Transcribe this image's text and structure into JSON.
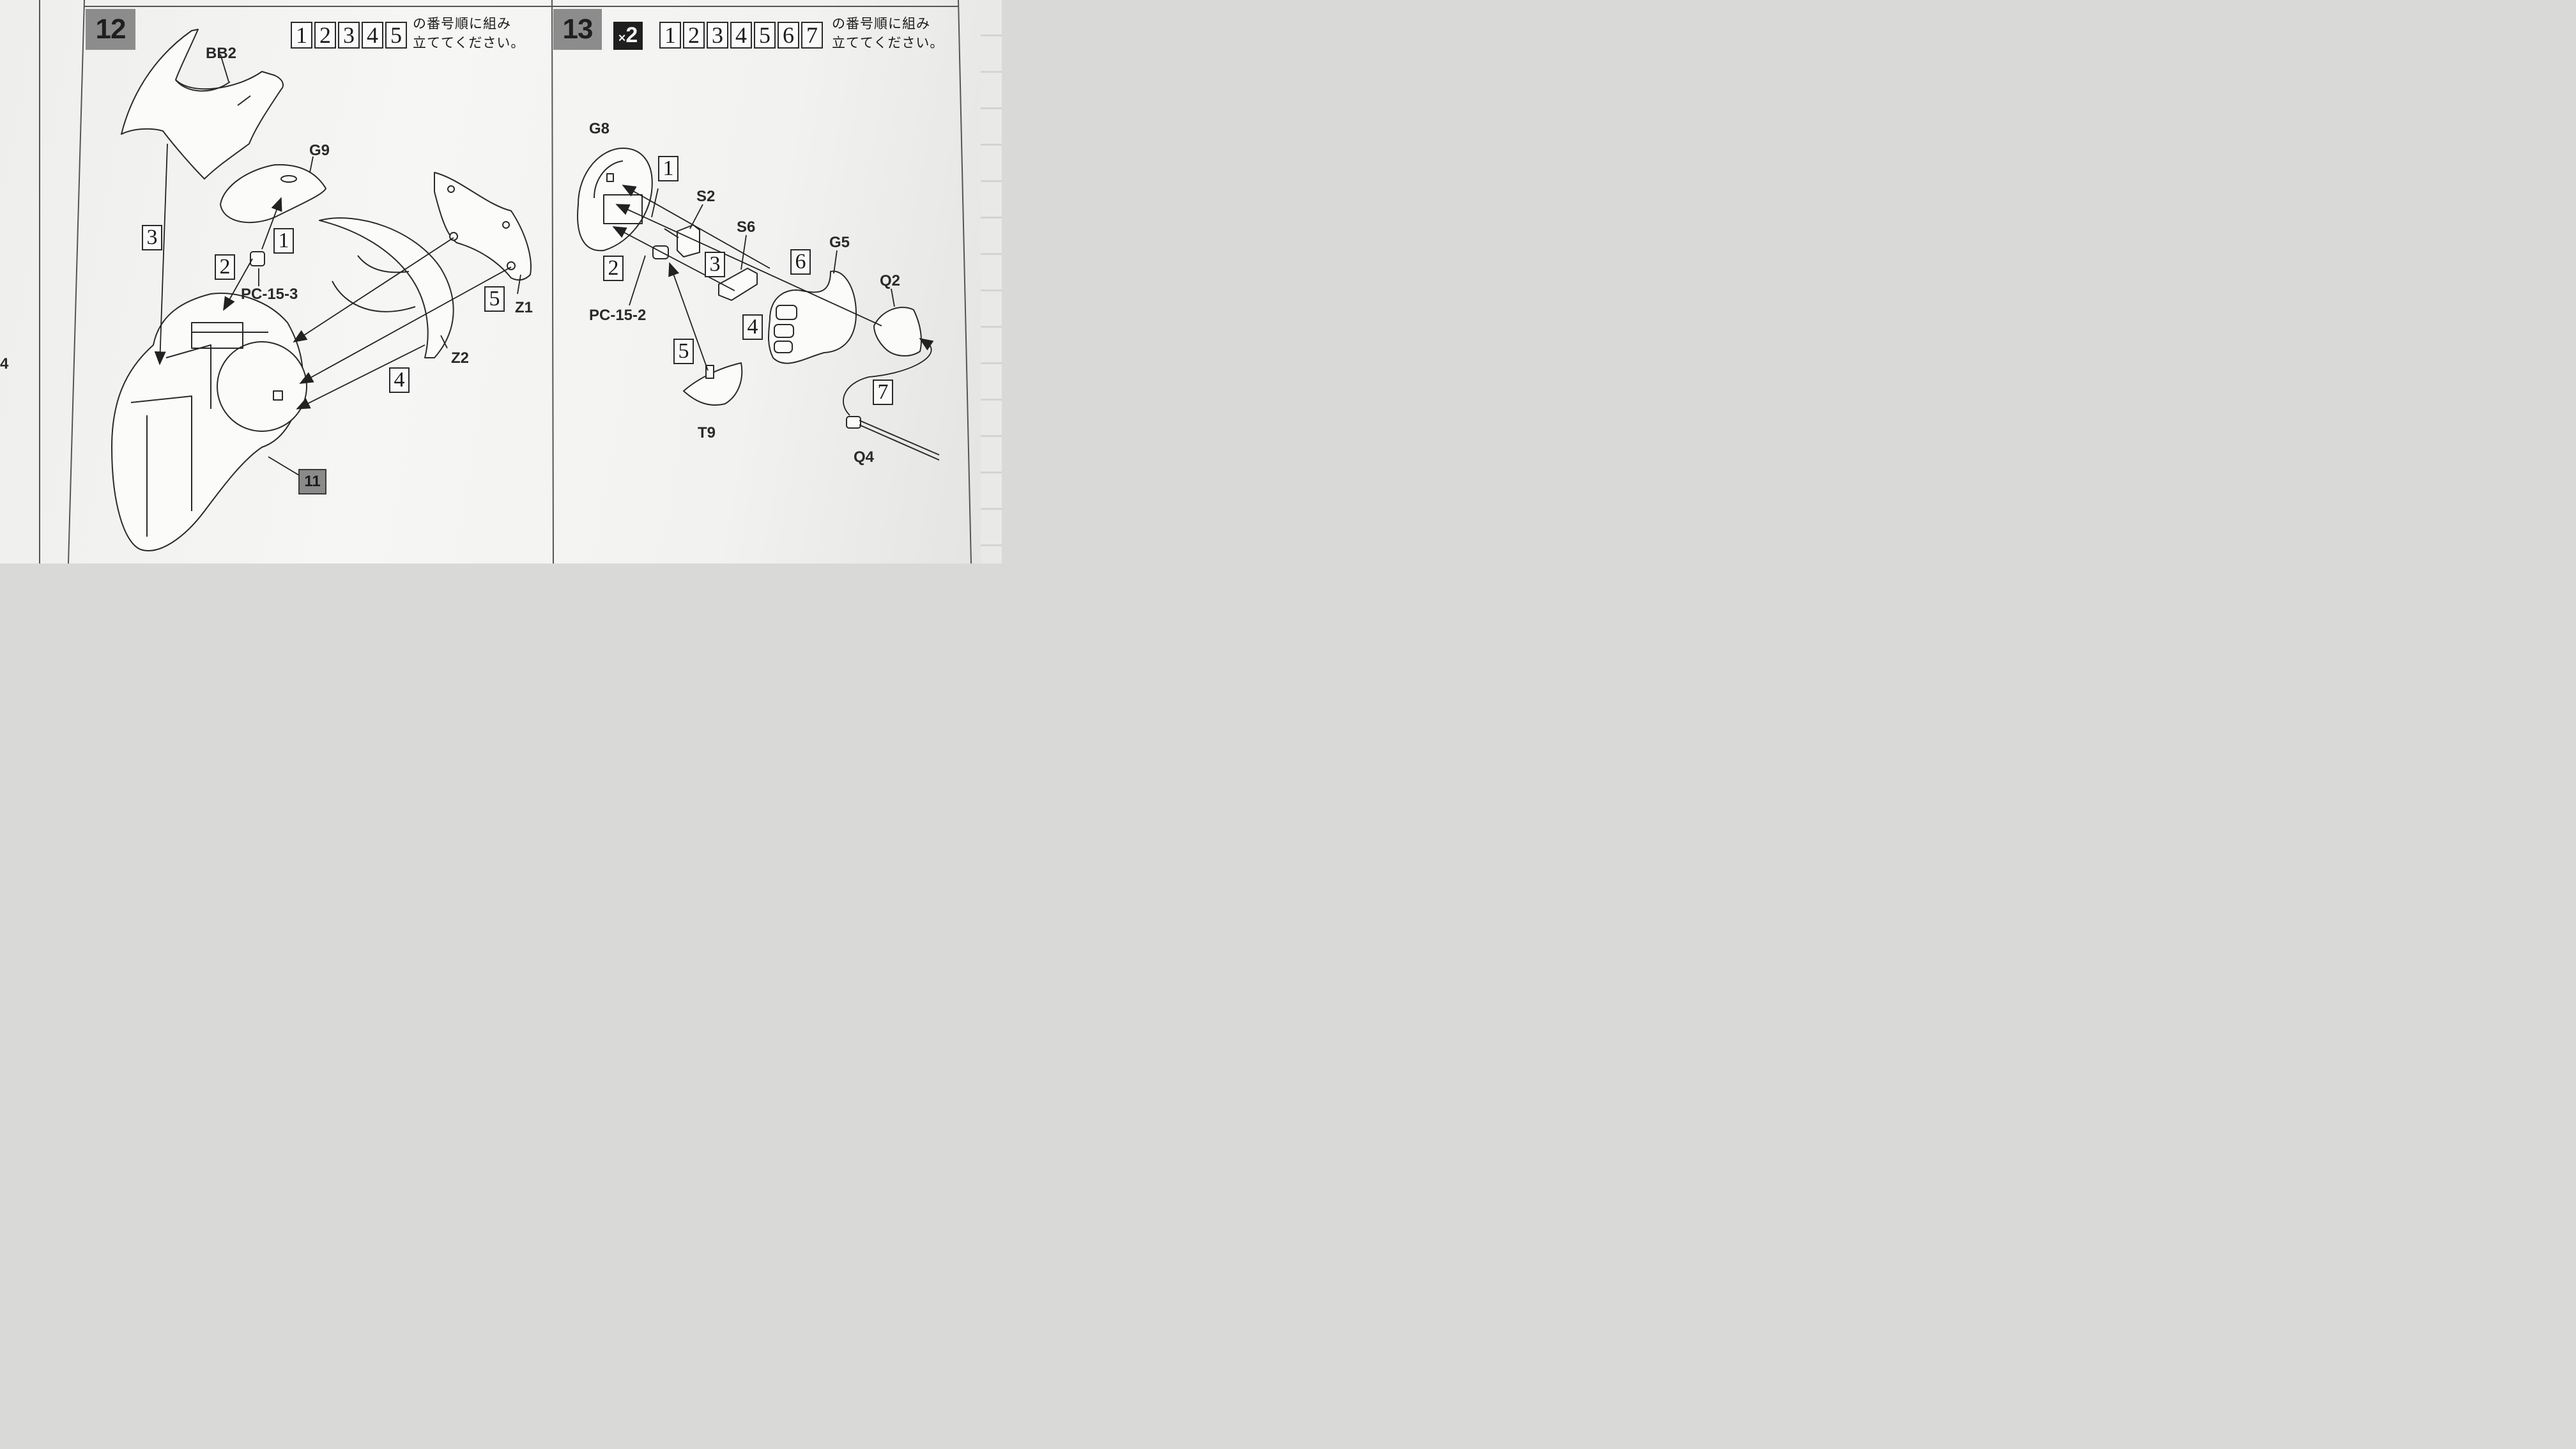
{
  "step12": {
    "number": "12",
    "order_numbers": [
      "1",
      "2",
      "3",
      "4",
      "5"
    ],
    "instruction_line1": "の番号順に組み",
    "instruction_line2": "立ててください。",
    "parts": [
      "BB2",
      "G9",
      "PC-15-3",
      "Z1",
      "Z2"
    ],
    "sequence": [
      "1",
      "2",
      "3",
      "4",
      "5"
    ],
    "reference_step": "11"
  },
  "step13": {
    "number": "13",
    "multiplier_x": "×",
    "multiplier_n": "2",
    "order_numbers": [
      "1",
      "2",
      "3",
      "4",
      "5",
      "6",
      "7"
    ],
    "instruction_line1": "の番号順に組み",
    "instruction_line2": "立ててください。",
    "parts": [
      "G8",
      "S2",
      "S6",
      "G5",
      "Q2",
      "PC-15-2",
      "T9",
      "Q4"
    ],
    "sequence": [
      "1",
      "2",
      "3",
      "4",
      "5",
      "6",
      "7"
    ]
  },
  "left_edge_fragment": "4",
  "icons": [
    "exploded-view-drawing",
    "assembly-arrow"
  ]
}
